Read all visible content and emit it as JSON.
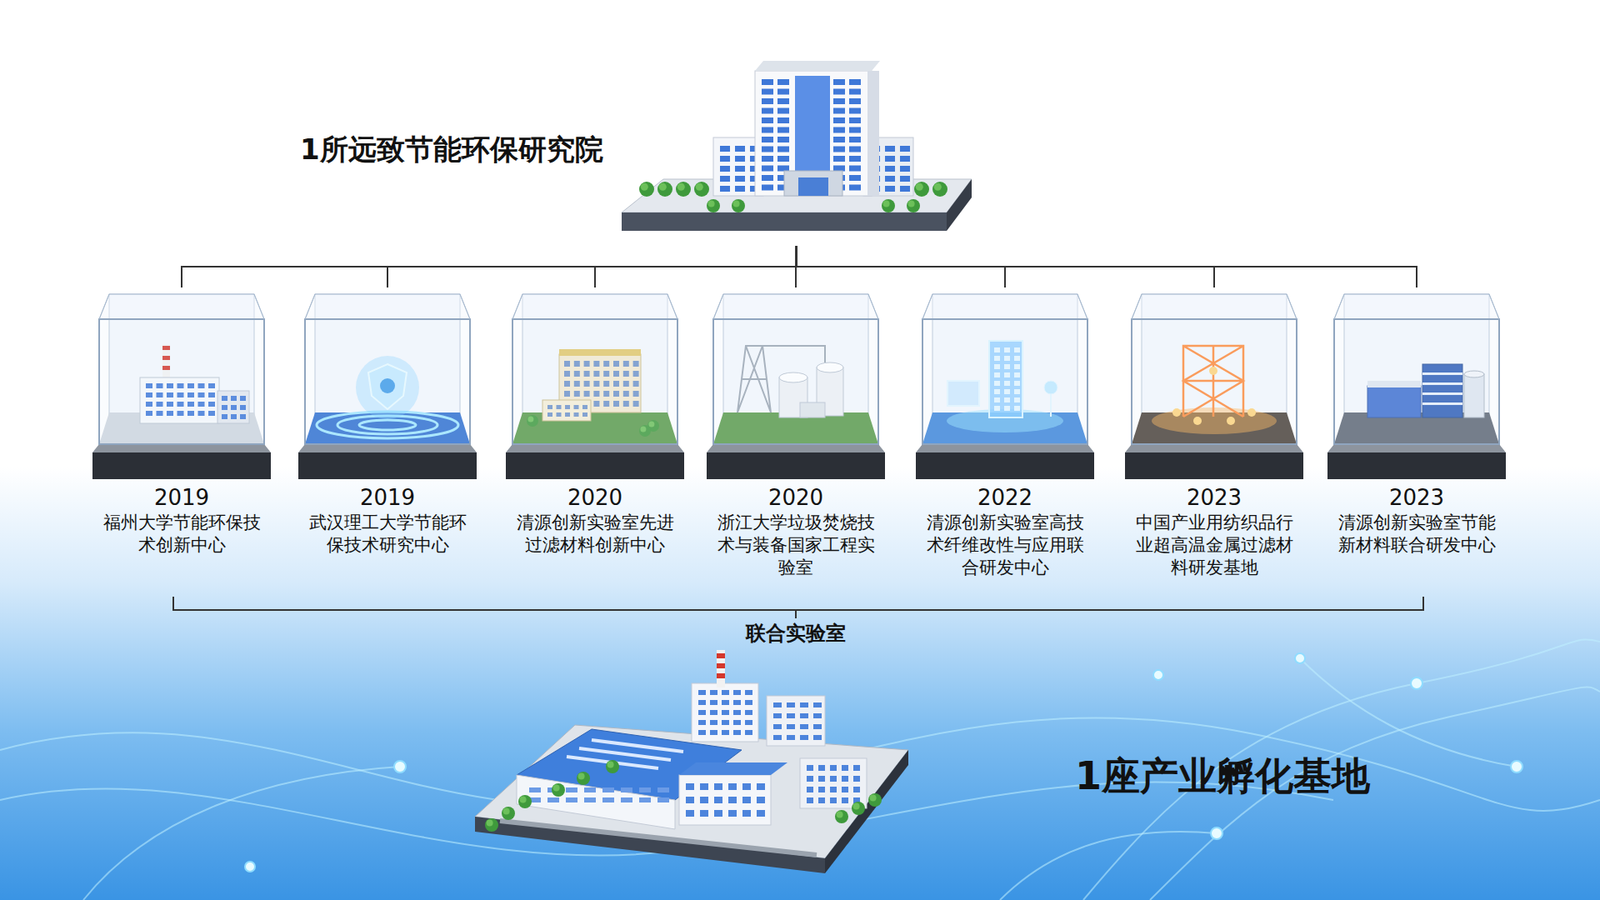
{
  "diagram": {
    "nodes": [
      {
        "text": [
          "1所远致节能环保研究院"
        ]
      },
      {
        "text": [
          "2019",
          "福州大学节能环保技术创新中心"
        ]
      },
      {
        "text": [
          "2019",
          "武汉理工大学节能环保技术研究中心"
        ]
      },
      {
        "text": [
          "2020",
          "清源创新实验室先进过滤材料创新中心"
        ]
      },
      {
        "text": [
          "2020",
          "浙江大学垃圾焚烧技术与装备国家工程实验室"
        ]
      },
      {
        "text": [
          "2022",
          "清源创新实验室高技术纤维改性与应用联合研发中心"
        ]
      },
      {
        "text": [
          "2023",
          "中国产业用纺织品行业超高温金属过滤材料研发基地"
        ]
      },
      {
        "text": [
          "2023",
          "清源创新实验室节能新材料联合研发中心"
        ]
      },
      {
        "text": [
          "1座产业孵化基地"
        ]
      }
    ],
    "edges": [
      {
        "from": 0,
        "to": 1,
        "arrow": "none"
      },
      {
        "from": 0,
        "to": 2,
        "arrow": "none"
      },
      {
        "from": 0,
        "to": 3,
        "arrow": "none"
      },
      {
        "from": 0,
        "to": 4,
        "arrow": "none"
      },
      {
        "from": 0,
        "to": 5,
        "arrow": "none"
      },
      {
        "from": 0,
        "to": 6,
        "arrow": "none"
      },
      {
        "from": 0,
        "to": 7,
        "arrow": "none"
      }
    ],
    "labels": [
      "联合实验室"
    ]
  }
}
